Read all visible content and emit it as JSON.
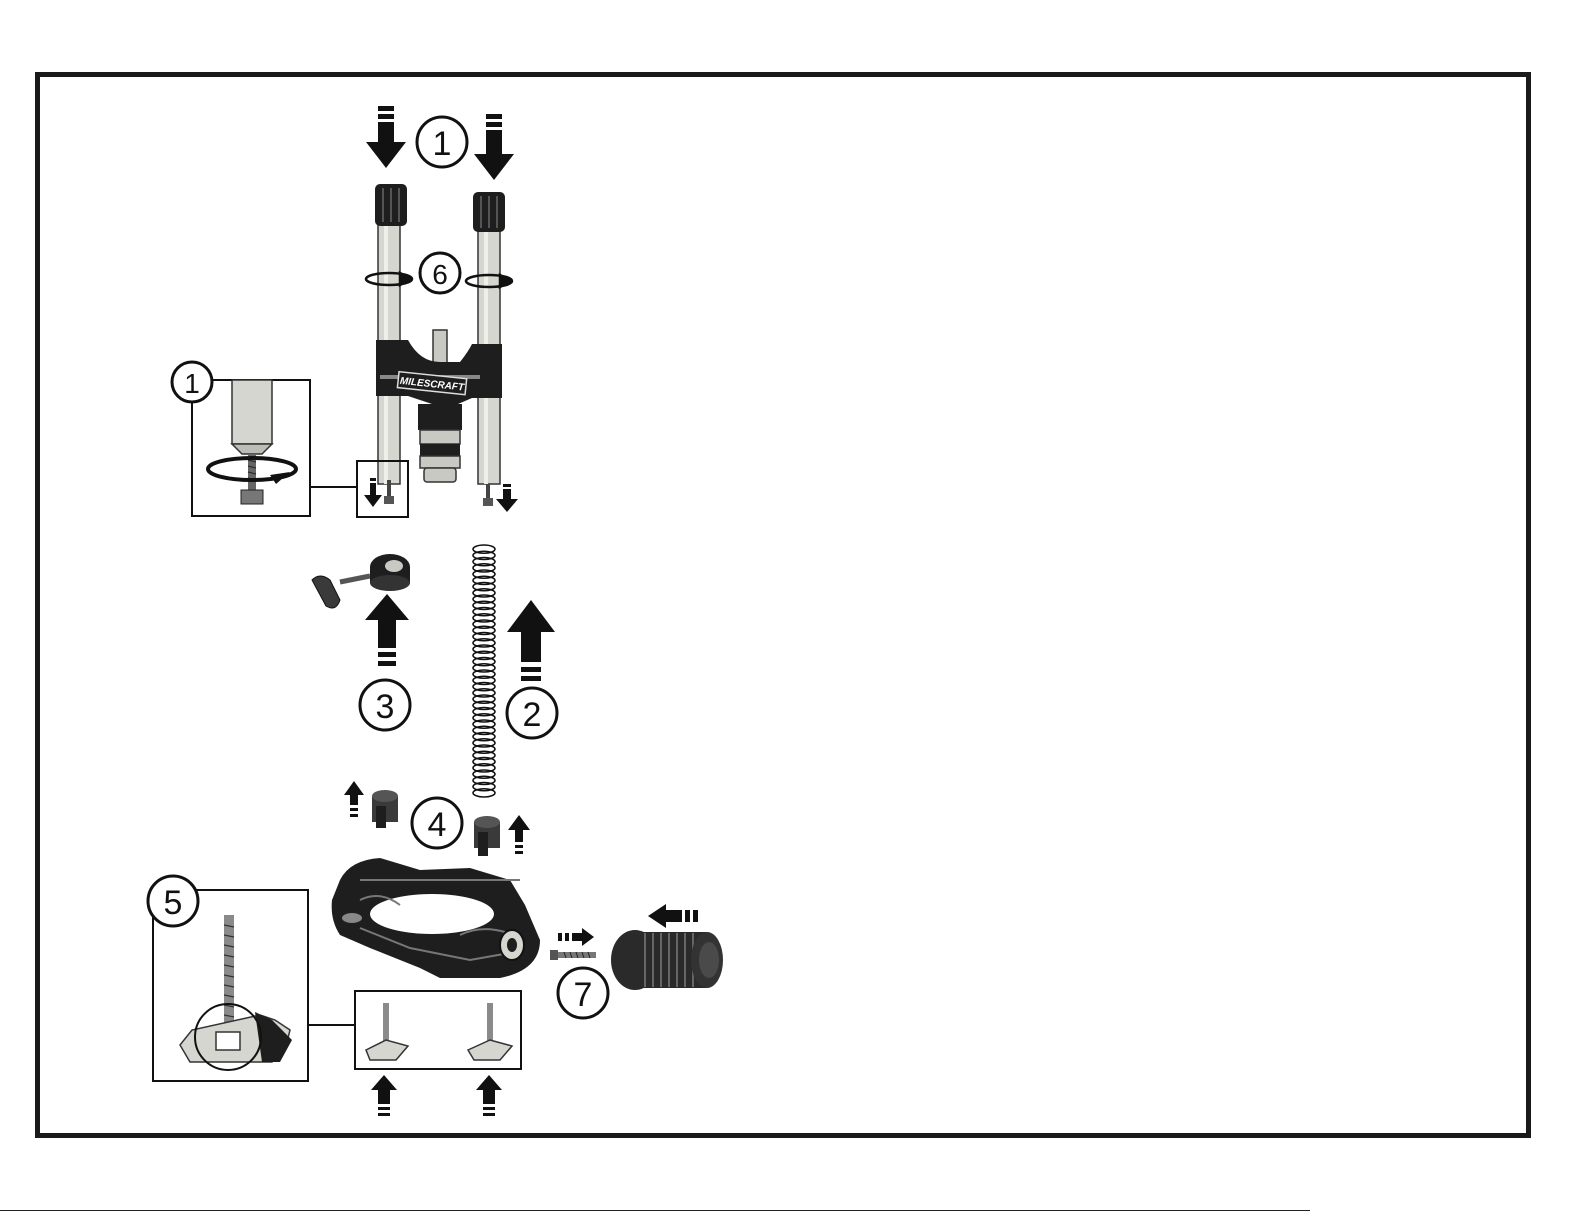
{
  "brand": {
    "logo_text": "MILESCRAFT"
  },
  "step_labels": {
    "s1_top": "1",
    "s1_detail": "1",
    "s2": "2",
    "s3": "3",
    "s4": "4",
    "s5": "5",
    "s6": "6",
    "s7": "7"
  },
  "colors": {
    "ink": "#111111",
    "rod": "#d6d6d0",
    "dark_part": "#1e1e1e",
    "mid_part": "#555555",
    "light_part": "#c9c9c4"
  },
  "icons": [
    "down-arrow-icon",
    "up-arrow-icon",
    "right-arrow-icon",
    "left-arrow-icon",
    "rotate-icon"
  ]
}
